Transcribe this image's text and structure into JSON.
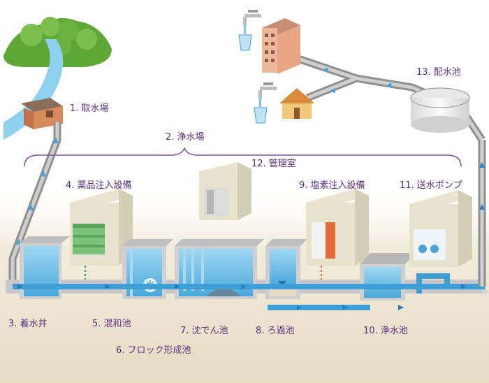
{
  "labels": {
    "intake": "1. 取水場",
    "plant": "2. 浄水場",
    "receiving_well": "3. 着水井",
    "chemical_injection": "4. 薬品注入設備",
    "mixing_basin": "5. 混和池",
    "floc_basin": "6. フロック形成池",
    "sedimentation_basin": "7. 沈でん池",
    "filter_basin": "8. ろ過池",
    "chlorine_injection": "9. 塩素注入設備",
    "clean_water_reservoir": "10. 浄水池",
    "pump": "11. 送水ポンプ",
    "control_room": "12. 管理室",
    "distribution_reservoir": "13. 配水池"
  },
  "colors": {
    "water": "#7ec8ea",
    "water_dark": "#3f9fd4",
    "pipe": "#a6a6a6",
    "flow_arrow": "#2a7fbf",
    "label": "#5a2f80",
    "tree": "#5fa838",
    "building": "#e8c2a0",
    "ground": "#eee6d6",
    "concrete": "#c9c9c9"
  },
  "icons": [
    "mountain-icon",
    "river-icon",
    "intake-building-icon",
    "faucet-icon",
    "apartment-building-icon",
    "house-icon",
    "reservoir-tank-icon",
    "chemical-building-icon",
    "control-room-icon",
    "pump-building-icon"
  ]
}
